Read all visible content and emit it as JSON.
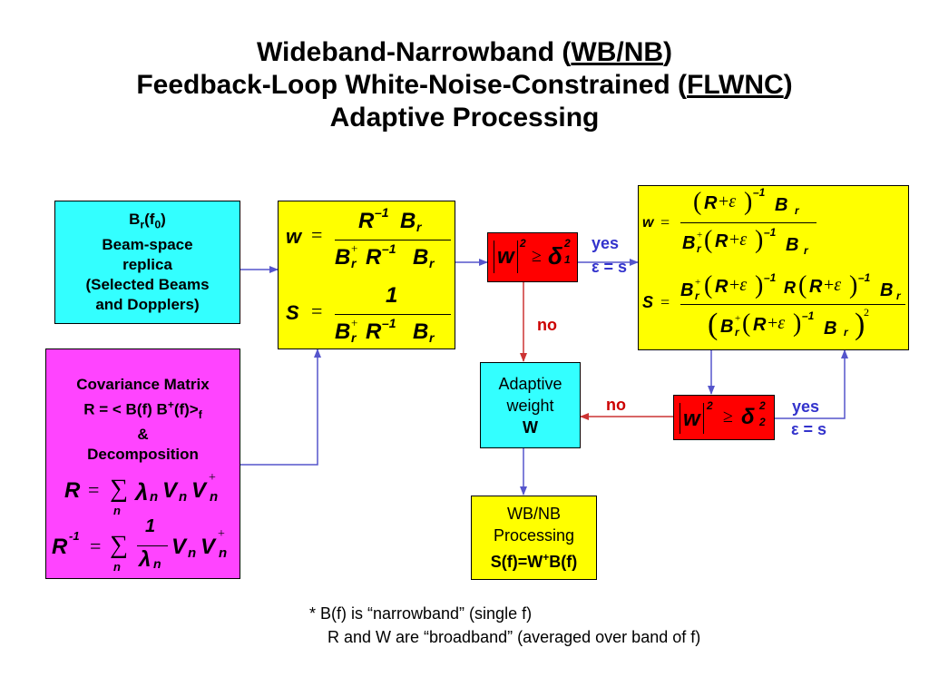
{
  "title": {
    "line1_pre": "Wideband-Narrowband (",
    "line1_u": "WB/NB",
    "line1_post": ")",
    "line2_pre": "Feedback-Loop White-Noise-Constrained (",
    "line2_u": "FLWNC",
    "line2_post": ")",
    "line3": "Adaptive Processing"
  },
  "replica_box": {
    "b": "B",
    "r": "r",
    "f0_open": "(f",
    "zero": "0",
    "close": ")",
    "line2": "Beam-space",
    "line3": "replica",
    "line4": "(Selected Beams",
    "line5": "and Dopplers)"
  },
  "cov_box": {
    "line1": "Covariance Matrix",
    "line2a": "R = < B(f) B",
    "line2b": "+",
    "line2c": "(f)>",
    "line2d": "f",
    "line3": "&",
    "line4": "Decomposition"
  },
  "adaptive_box": {
    "line1": "Adaptive",
    "line2": "weight",
    "line3": "W"
  },
  "wbnb_box": {
    "line1": "WB/NB",
    "line2": "Processing",
    "line3a": "S(f)=W",
    "line3b": "+",
    "line3c": "B(f)"
  },
  "labels": {
    "yes1": "yes",
    "eps1": "ε = s",
    "yes2": "yes",
    "eps2": "ε = s",
    "no1": "no",
    "no2": "no"
  },
  "footnote": {
    "line1": "* B(f) is “narrowband” (single f)",
    "line2": "R and W are “broadband” (averaged over band of f)"
  },
  "colors": {
    "cyan": "#33ffff",
    "magenta": "#ff44ff",
    "yellow": "#ffff00",
    "red": "#ff0000",
    "arrow_blue": "#5555cc",
    "arrow_red": "#cc3333"
  }
}
